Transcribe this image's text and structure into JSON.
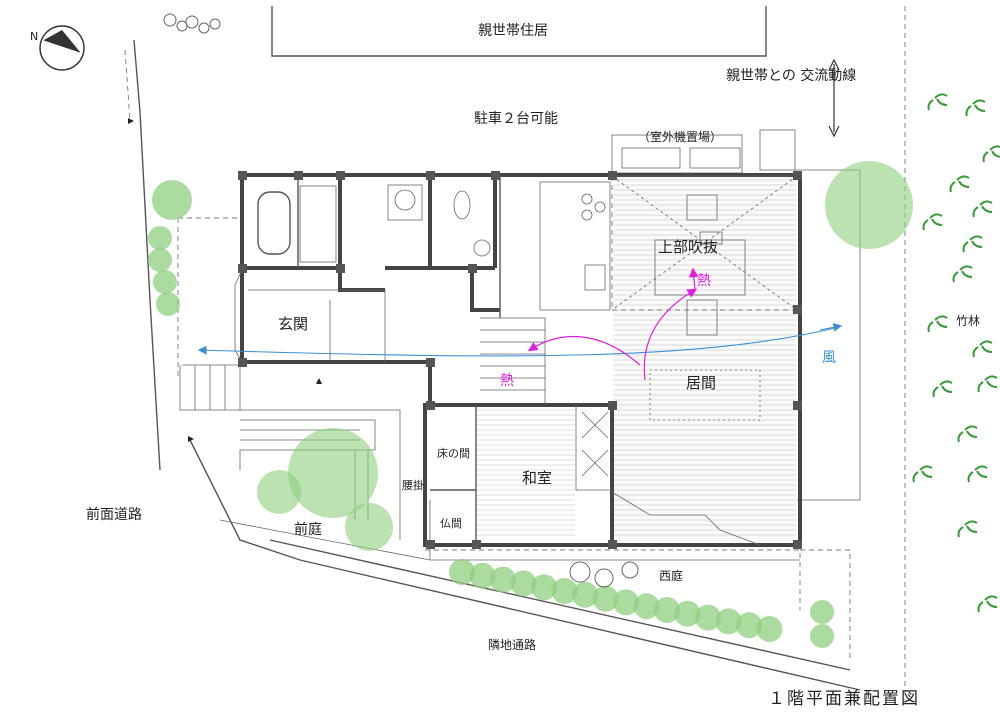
{
  "labels": {
    "parent_house": "親世帯住居",
    "exchange_line": "親世帯との 交流動線",
    "parking": "駐車２台可能",
    "outdoor_unit": "（室外機置場）",
    "upper_void": "上部吹抜",
    "heat_upper": "熱",
    "heat_lower": "熱",
    "entrance": "玄関",
    "living": "居間",
    "wind": "風",
    "bamboo_grove": "竹林",
    "tokonoma": "床の間",
    "washitsu": "和室",
    "koshikake": "腰掛",
    "butsuma": "仏間",
    "front_road": "前面道路",
    "front_garden": "前庭",
    "west_garden": "西庭",
    "neighbor_path": "隣地通路",
    "drawing_title": "１階平面兼配置図"
  },
  "north_mark": "N",
  "colors": {
    "heat_arrow": "#e01ee0",
    "wind_arrow": "#3c8fd6",
    "tree_fill": "#8fcf7f",
    "wall": "#444444"
  },
  "icons": {
    "north": "compass-north-arrow",
    "bamboo": "bamboo-leaf-icon",
    "tree": "tree-canopy-icon"
  }
}
